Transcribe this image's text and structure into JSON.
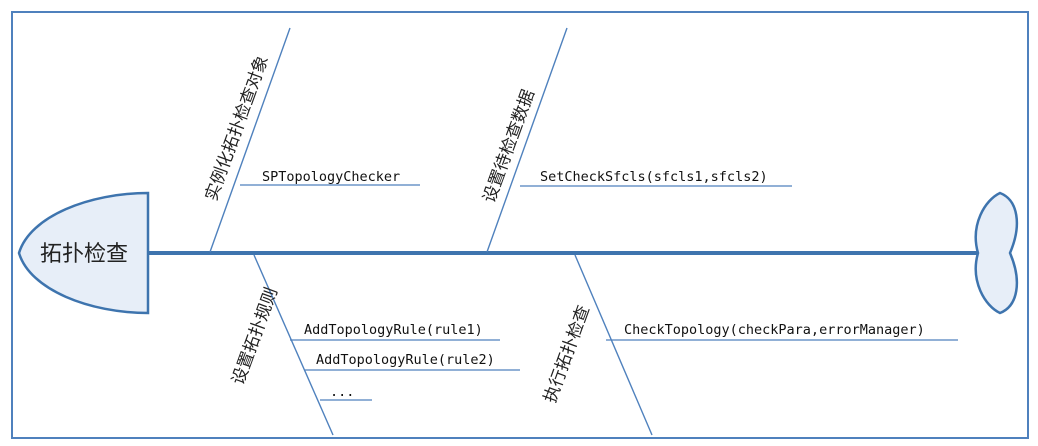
{
  "diagram": {
    "head": {
      "label": "拓扑检查"
    },
    "categories": [
      {
        "label": "实例化拓扑检查对象",
        "causes": [
          "SPTopologyChecker"
        ]
      },
      {
        "label": "设置待检查数据",
        "causes": [
          "SetCheckSfcls(sfcls1,sfcls2)"
        ]
      },
      {
        "label": "设置拓扑规则",
        "causes": [
          "AddTopologyRule(rule1)",
          "AddTopologyRule(rule2)",
          "..."
        ]
      },
      {
        "label": "执行拓扑检查",
        "causes": [
          "CheckTopology(checkPara,errorManager)"
        ]
      }
    ]
  },
  "colors": {
    "line": "#4f81bd",
    "spine": "#3e74ae",
    "shape_fill": "#e7eef8"
  }
}
